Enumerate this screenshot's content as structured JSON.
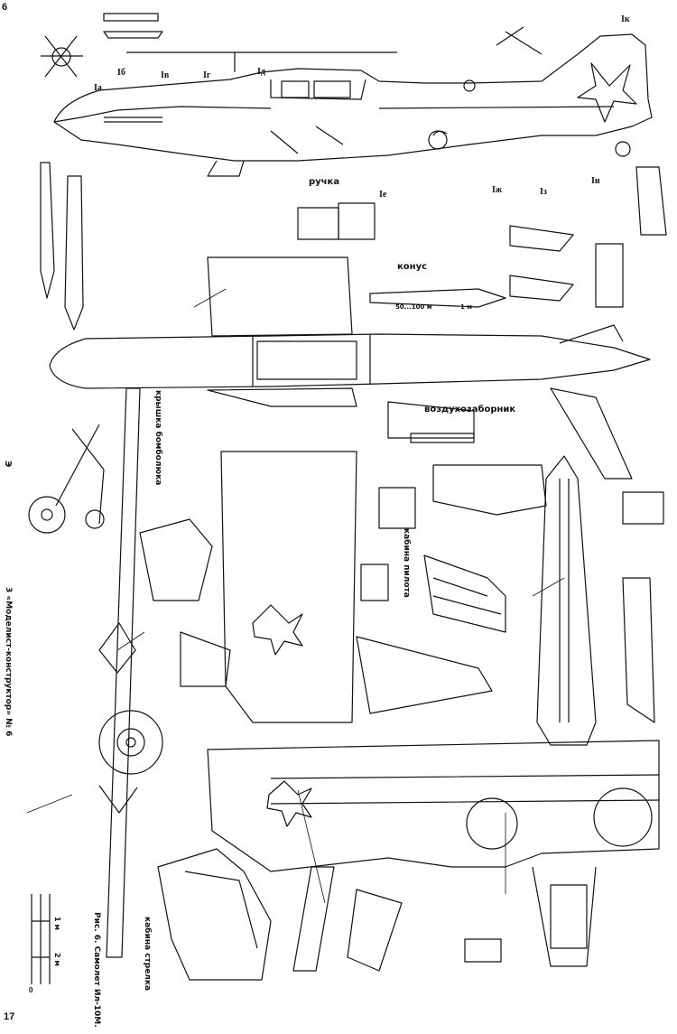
{
  "page": {
    "page_left": "17",
    "page_top_left": "6",
    "magazine": "3 «Моделист-конструктор» № 6",
    "letter_e": "Э",
    "figure_caption": "Рис. 6. Самолет Ил-10М."
  },
  "labels": {
    "handle": "ручка",
    "cone": "конус",
    "air_intake": "воздухозаборник",
    "ammo_hatch": "крышка бомболюка",
    "pilot_cabin": "кабина пилота",
    "gunner_cabin": "кабина стрелка",
    "dim_50": "50...100 м",
    "dim_1m": "1 м",
    "scale_0": "0",
    "scale_1": "1 м",
    "scale_2": "2 м"
  },
  "sections": [
    "Iа",
    "Iб",
    "Iв",
    "Iг",
    "Iд",
    "Iе",
    "Iж",
    "Iз",
    "Iи",
    "Iк"
  ],
  "colors": {
    "ink": "#111111",
    "paper": "#ffffff",
    "fill_dark": "#333333"
  }
}
